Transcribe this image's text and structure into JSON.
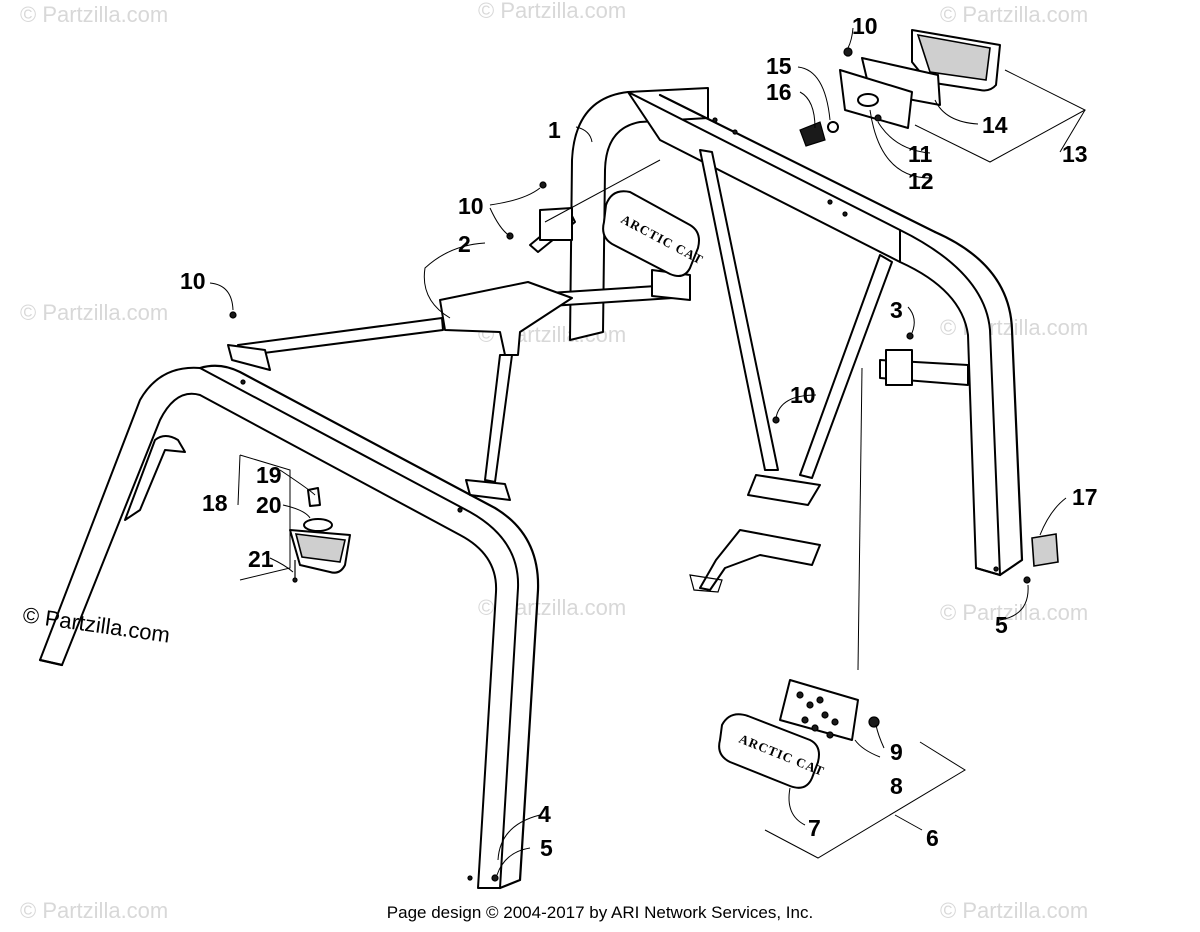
{
  "watermark": {
    "text": "© Partzilla.com",
    "prominent_text": "© Partzilla.com"
  },
  "brand_text": "ARCTIC CAT",
  "footer": {
    "text": "Page design © 2004-2017 by ARI Network Services, Inc."
  },
  "callouts": {
    "c1": "1",
    "c2": "2",
    "c3": "3",
    "c4": "4",
    "c5a": "5",
    "c5b": "5",
    "c6": "6",
    "c7": "7",
    "c8": "8",
    "c9": "9",
    "c10a": "10",
    "c10b": "10",
    "c10c": "10",
    "c10d": "10",
    "c11": "11",
    "c12": "12",
    "c13": "13",
    "c14": "14",
    "c15": "15",
    "c16": "16",
    "c17": "17",
    "c18": "18",
    "c19": "19",
    "c20": "20",
    "c21": "21"
  },
  "colors": {
    "line": "#000000",
    "background": "#ffffff",
    "watermark": "#d8d8d8"
  }
}
